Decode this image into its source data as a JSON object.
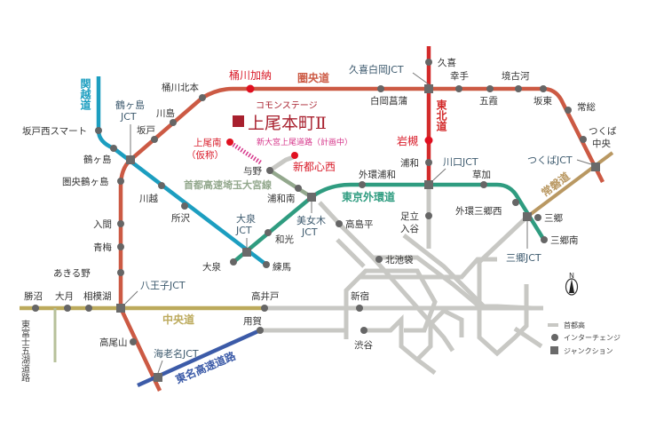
{
  "colors": {
    "kenodo": "#cc5a44",
    "tohoku": "#d32a2a",
    "gaikan": "#2f9c80",
    "kanetsu": "#1c9ec0",
    "saitama": "#93a88d",
    "joban": "#b99862",
    "chuo": "#bcaa5c",
    "tomei": "#3c5ba8",
    "shuto": "#c8c8c4",
    "pink": "#d6358a",
    "property": "#a8202e"
  },
  "roads": {
    "kenodo": "圏央道",
    "tohoku": "東北道",
    "gaikan": "東京外環道",
    "kanetsu": "関越道",
    "saitama": "首都高速埼玉大宮線",
    "joban": "常磐道",
    "chuo": "中央道",
    "tomei": "東名高速道路",
    "fujigoko": "東富士五湖道路",
    "planned": "新大宮上尾道路（計画中）"
  },
  "property": {
    "subtitle": "コモンステージ",
    "name": "上尾本町Ⅱ"
  },
  "highlight": {
    "okegawa_kano": "桶川加納",
    "iwatsuki": "岩槻",
    "ageo_minami": "上尾南",
    "ageo_minami_note": "（仮称）",
    "shintoshin_nishi": "新都心西"
  },
  "jct": {
    "kuki_shiraoka": "久喜白岡JCT",
    "tsurugashima": "鶴ヶ島",
    "jct": "JCT",
    "oizumi": "大泉",
    "bijogi": "美女木",
    "kawaguchi": "川口JCT",
    "tsukuba": "つくばJCT",
    "misato": "三郷JCT",
    "hachioji": "八王子JCT",
    "ebina": "海老名JCT"
  },
  "ic": {
    "kuki": "久喜",
    "satte": "幸手",
    "sakaikoga": "境古河",
    "shiraoka": "白岡菖蒲",
    "goka": "五霞",
    "bando": "坂東",
    "joso": "常総",
    "tsukuba1": "つくば",
    "tsukuba2": "中央",
    "okegawa_kitamoto": "桶川北本",
    "kawajima": "川島",
    "sakado": "坂戸",
    "sakado_nishi": "坂戸西スマート",
    "tsurugashima": "鶴ヶ島",
    "keno_tsurugashima": "圏央鶴ヶ島",
    "kawagoe": "川越",
    "tokorozawa": "所沢",
    "iruma": "入間",
    "ome": "青梅",
    "akiruno": "あきる野",
    "yono": "与野",
    "urawa_minami": "浦和南",
    "wako": "和光",
    "oizumi": "大泉",
    "nerima": "練馬",
    "takashimadaira": "高島平",
    "urawa": "浦和",
    "gaikan_urawa": "外環浦和",
    "soka": "草加",
    "adachi1": "足立",
    "adachi2": "入谷",
    "misato_nishi": "外環三郷西",
    "misato": "三郷",
    "misato_minami": "三郷南",
    "kitaikebukuro": "北池袋",
    "katsunuma": "勝沼",
    "otsuki": "大月",
    "sagamiko": "相模湖",
    "takaido": "高井戸",
    "shinjuku": "新宿",
    "takaosan": "高尾山",
    "yoga": "用賀",
    "shibuya": "渋谷"
  },
  "legend": {
    "shuto": "首都高",
    "ic": "インターチェンジ",
    "jct": "ジャンクション"
  },
  "compass": "N"
}
